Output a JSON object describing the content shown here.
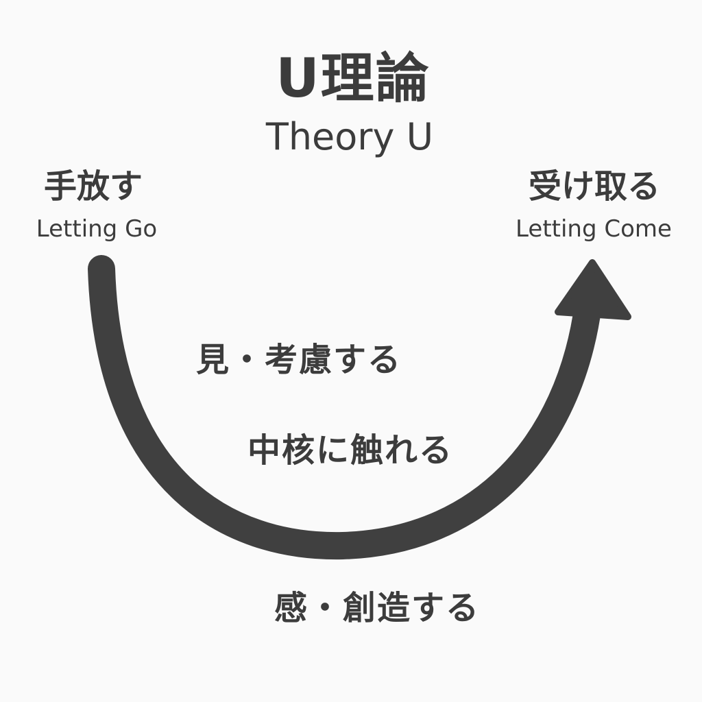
{
  "title": "U理論",
  "subtitle": "Theory U",
  "left": {
    "jp": "手放す",
    "en": "Letting Go"
  },
  "right": {
    "jp": "受け取る",
    "en": "Letting Come"
  },
  "stages": [
    "見・考慮する",
    "中核に触れる",
    "感・創造する"
  ],
  "colors": {
    "arrow": "#404040",
    "text": "#3c3c3c",
    "background": "#fafafa"
  }
}
